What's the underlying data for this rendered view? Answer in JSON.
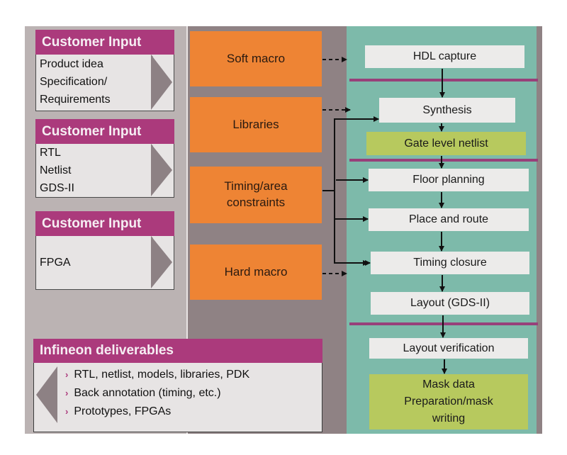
{
  "customer_inputs": [
    {
      "title": "Customer Input",
      "lines": [
        "Product idea",
        "Specification/",
        "Requirements"
      ]
    },
    {
      "title": "Customer Input",
      "lines": [
        "RTL",
        "Netlist",
        "GDS-II"
      ]
    },
    {
      "title": "Customer Input",
      "lines": [
        "FPGA"
      ]
    }
  ],
  "ip_blocks": [
    {
      "label": "Soft macro"
    },
    {
      "label": "Libraries"
    },
    {
      "label": "Timing/area constraints",
      "lines": [
        "Timing/area",
        "constraints"
      ]
    },
    {
      "label": "Hard macro"
    }
  ],
  "flow_steps": [
    {
      "label": "HDL capture",
      "type": "step"
    },
    {
      "label": "Synthesis",
      "type": "step"
    },
    {
      "label": "Gate level netlist",
      "type": "output"
    },
    {
      "label": "Floor planning",
      "type": "step"
    },
    {
      "label": "Place and route",
      "type": "step"
    },
    {
      "label": "Timing closure",
      "type": "step"
    },
    {
      "label": "Layout (GDS-II)",
      "type": "step"
    },
    {
      "label": "Layout verification",
      "type": "step"
    },
    {
      "label": "Mask data Preparation/mask writing",
      "type": "output",
      "lines": [
        "Mask data",
        "Preparation/mask",
        "writing"
      ]
    }
  ],
  "deliverables": {
    "title": "Infineon deliverables",
    "bullet": "›",
    "items": [
      "RTL, netlist, models, libraries, PDK",
      "Back annotation (timing, etc.)",
      "Prototypes, FPGAs"
    ]
  },
  "colors": {
    "magenta_header": "#ab3a7c",
    "orange_block": "#ee8434",
    "teal_panel": "#7dbaaa",
    "green_output": "#b7c95e",
    "gray_panel_left": "#bbb3b3",
    "gray_panel_mid": "#8f8284",
    "separator": "#98407a"
  }
}
